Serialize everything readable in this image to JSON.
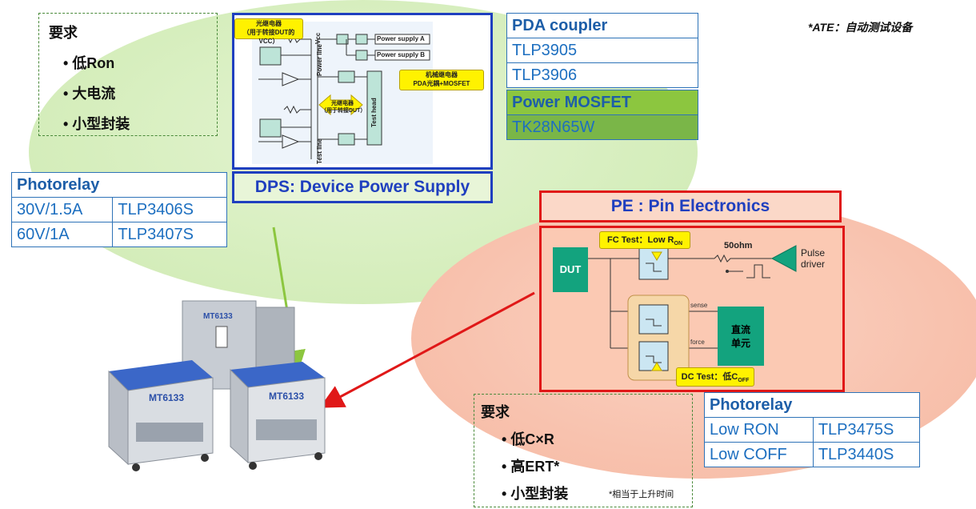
{
  "ate_note": "*ATE：自动测试设备",
  "req_top": {
    "title": "要求",
    "items": [
      "低Ron",
      "大电流",
      "小型封装"
    ]
  },
  "req_bottom": {
    "title": "要求",
    "items": [
      "低C×R",
      "高ERT*",
      "小型封装"
    ],
    "footnote": "*相当于上升时间"
  },
  "photorelay_top": {
    "header": "Photorelay",
    "rows": [
      [
        "30V/1.5A",
        "TLP3406S"
      ],
      [
        "60V/1A",
        "TLP3407S"
      ]
    ]
  },
  "pda_coupler": {
    "header": "PDA coupler",
    "rows": [
      "TLP3905",
      "TLP3906"
    ]
  },
  "power_mosfet": {
    "header": "Power MOSFET",
    "rows": [
      "TK28N65W"
    ]
  },
  "dps_label": "DPS: Device Power Supply",
  "pe_label": "PE : Pin Electronics",
  "photorelay_bottom": {
    "header": "Photorelay",
    "rows": [
      [
        "Low RON",
        "TLP3475S"
      ],
      [
        "Low COFF",
        "TLP3440S"
      ]
    ]
  },
  "dps_diagram": {
    "callout_top": "光继电器",
    "callout_top_sub": "（用于转接DUT的VCC）",
    "callout_right": "机械继电器",
    "callout_right_sub": "PDA光耦+MOSFET",
    "callout_mid": "光继电器",
    "callout_mid_sub": "（用于转接DUT）",
    "power_a": "Power supply A",
    "power_b": "Power supply B",
    "vcc": "Vcc",
    "power_line": "Power line",
    "test_line": "Test line",
    "test_head": "Test head"
  },
  "pe_diagram": {
    "dut": "DUT",
    "fc_test": "FC Test：Low R",
    "fc_sub": "ON",
    "dc_test": "DC Test：低C",
    "dc_sub": "OFF",
    "resistor": "50ohm",
    "pulse_driver_1": "Pulse",
    "pulse_driver_2": "driver",
    "sense": "sense",
    "force": "force",
    "dc_unit_1": "直流",
    "dc_unit_2": "单元"
  },
  "machine": {
    "label_left": "MT6133",
    "label_right": "MT6133",
    "label_back": "MT6133"
  },
  "colors": {
    "green_arrow": "#8cc63f",
    "red_arrow": "#e01818",
    "accent_blue": "#1f3fbf",
    "dut_green": "#13a37e"
  }
}
